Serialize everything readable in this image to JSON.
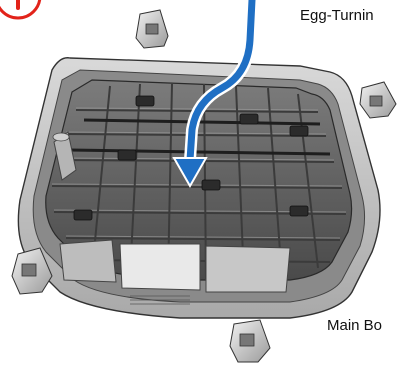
{
  "labels": {
    "top": "Egg-Turnin",
    "bottom": "Main Bo"
  },
  "marker": {
    "color": "#e2231a"
  },
  "arrow": {
    "color": "#1f6fc4",
    "outline": "#ffffff"
  },
  "illustration": {
    "subject": "egg-turning tray on main body base",
    "icons": [
      "warning-circle-icon",
      "down-arrow-icon"
    ]
  }
}
